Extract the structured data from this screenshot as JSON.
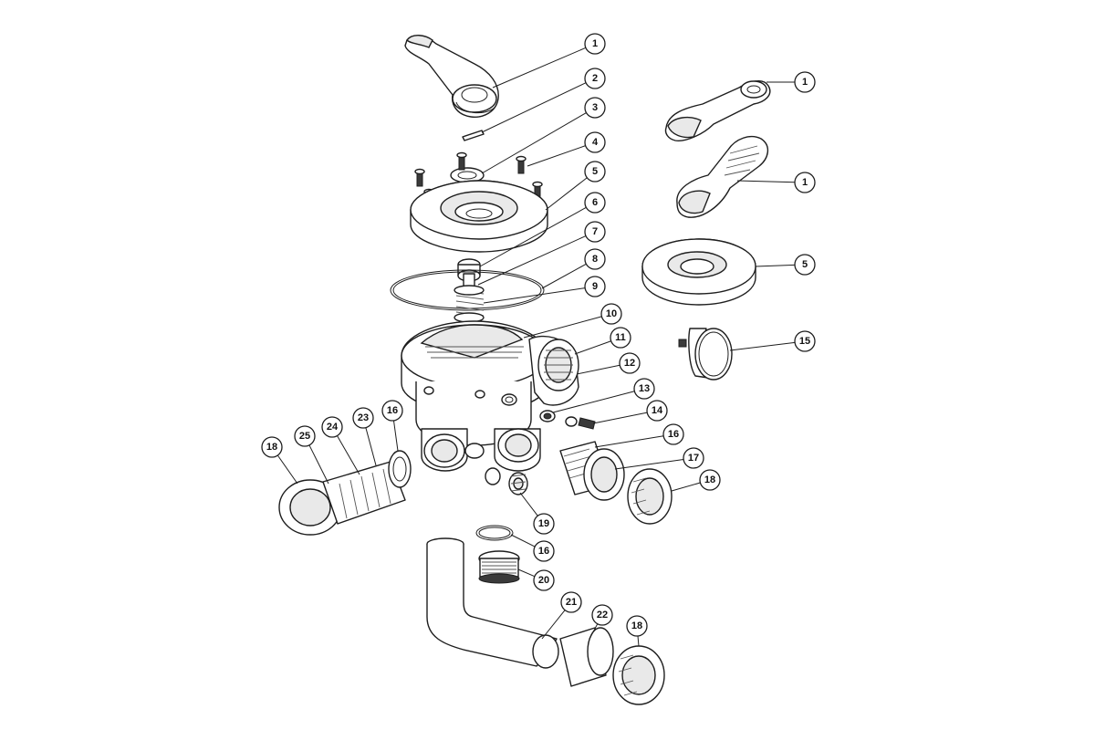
{
  "diagram": {
    "callouts": [
      {
        "id": "c1a",
        "label": "1"
      },
      {
        "id": "c2",
        "label": "2"
      },
      {
        "id": "c3",
        "label": "3"
      },
      {
        "id": "c4",
        "label": "4"
      },
      {
        "id": "c5a",
        "label": "5"
      },
      {
        "id": "c6",
        "label": "6"
      },
      {
        "id": "c7",
        "label": "7"
      },
      {
        "id": "c8",
        "label": "8"
      },
      {
        "id": "c9",
        "label": "9"
      },
      {
        "id": "c10",
        "label": "10"
      },
      {
        "id": "c11",
        "label": "11"
      },
      {
        "id": "c12",
        "label": "12"
      },
      {
        "id": "c13",
        "label": "13"
      },
      {
        "id": "c14",
        "label": "14"
      },
      {
        "id": "c16a",
        "label": "16"
      },
      {
        "id": "c17",
        "label": "17"
      },
      {
        "id": "c18a",
        "label": "18"
      },
      {
        "id": "c19",
        "label": "19"
      },
      {
        "id": "c16b",
        "label": "16"
      },
      {
        "id": "c20",
        "label": "20"
      },
      {
        "id": "c21",
        "label": "21"
      },
      {
        "id": "c22",
        "label": "22"
      },
      {
        "id": "c18b",
        "label": "18"
      },
      {
        "id": "c18c",
        "label": "18"
      },
      {
        "id": "c25",
        "label": "25"
      },
      {
        "id": "c24",
        "label": "24"
      },
      {
        "id": "c23",
        "label": "23"
      },
      {
        "id": "c16c",
        "label": "16"
      },
      {
        "id": "c1b",
        "label": "1"
      },
      {
        "id": "c1c",
        "label": "1"
      },
      {
        "id": "c5b",
        "label": "5"
      },
      {
        "id": "c15",
        "label": "15"
      }
    ]
  }
}
